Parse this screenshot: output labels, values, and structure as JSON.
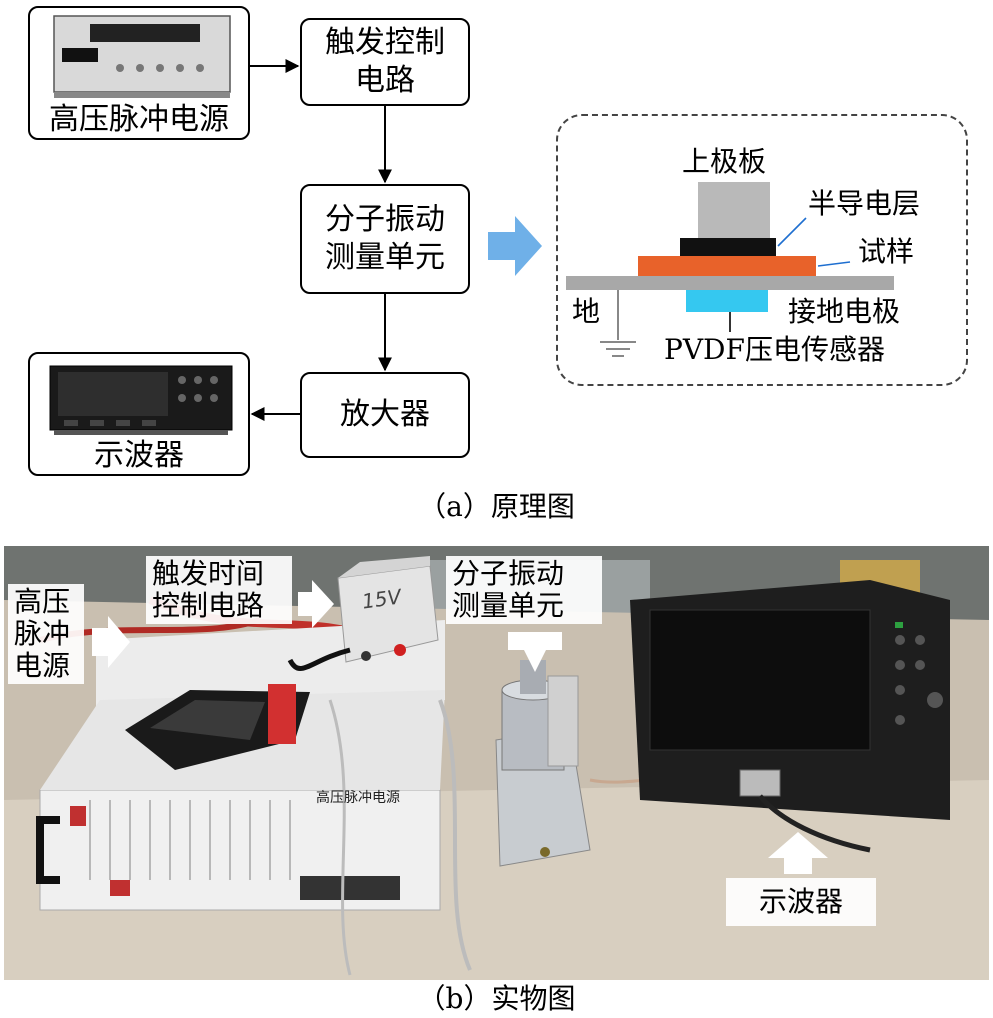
{
  "schematic": {
    "hv_supply": "高压脉冲电源",
    "trigger": [
      "触发控制",
      "电路"
    ],
    "measure": [
      "分子振动",
      "测量单元"
    ],
    "amplifier": "放大器",
    "oscilloscope": "示波器",
    "detail": {
      "top_electrode": "上极板",
      "semiconductor": "半导电层",
      "sample": "试样",
      "ground": "地",
      "ground_electrode": "接地电极",
      "sensor": "PVDF压电传感器"
    },
    "caption": "（a）原理图"
  },
  "photo": {
    "trigger": [
      "触发时间",
      "控制电路"
    ],
    "hv_supply": [
      "高压",
      "脉冲",
      "电源"
    ],
    "measure": [
      "分子振动",
      "测量单元"
    ],
    "oscilloscope": "示波器",
    "handwriting": "15V",
    "device_label": "高压脉冲电源",
    "caption": "（b）实物图"
  },
  "colors": {
    "sample": "#e8622a",
    "semiconductor": "#111111",
    "top_electrode": "#b9b9b9",
    "ground_plate": "#a8a8a8",
    "sensor": "#35c8f0",
    "callout_line": "#1e6fd0",
    "big_arrow": "#6fb0e8"
  }
}
